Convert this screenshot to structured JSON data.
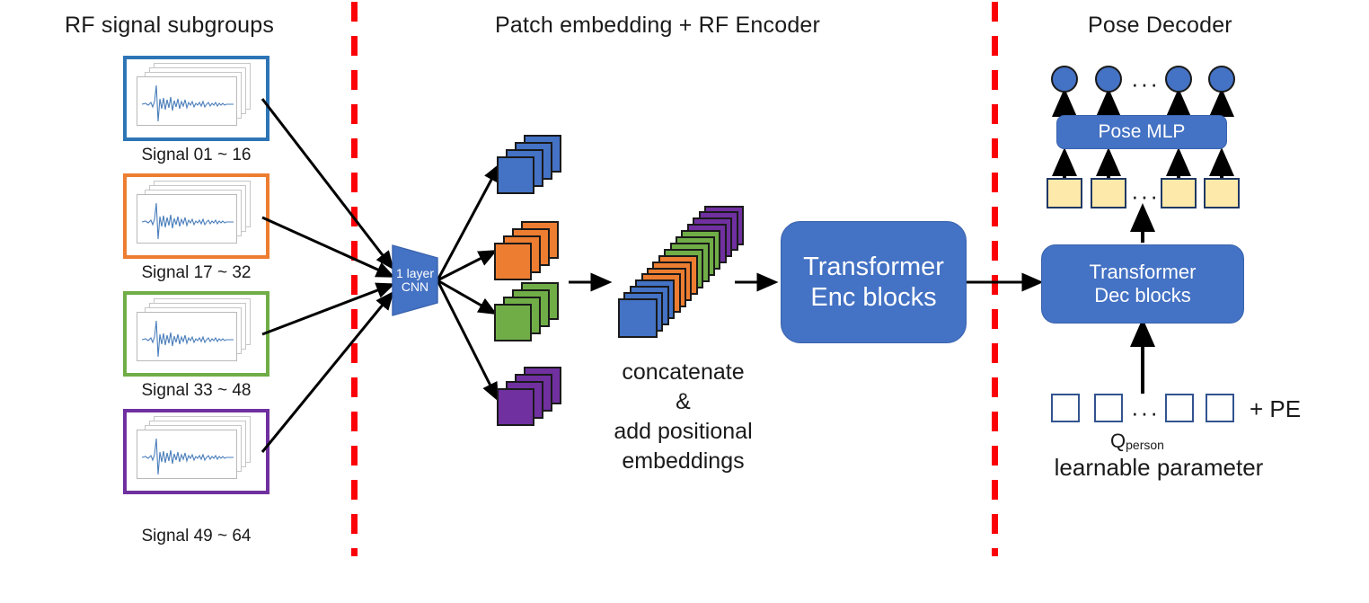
{
  "sections": [
    {
      "id": "rf-signal-subgroups",
      "title": "RF signal subgroups"
    },
    {
      "id": "patch-embedding-rf-encoder",
      "title": "Patch embedding + RF Encoder"
    },
    {
      "id": "pose-decoder",
      "title": "Pose Decoder"
    }
  ],
  "signal_groups": [
    {
      "label": "Signal 01 ~ 16",
      "color": "#2e75b6"
    },
    {
      "label": "Signal 17 ~ 32",
      "color": "#ed7d31"
    },
    {
      "label": "Signal 33 ~ 48",
      "color": "#70ad47"
    },
    {
      "label": "Signal 49 ~ 64",
      "color": "#7030a0"
    }
  ],
  "cnn": {
    "label": "1 layer\nCNN",
    "color": "#4472c4"
  },
  "patch_stacks": [
    {
      "color": "#4472c4",
      "name": "patch-stack-blue"
    },
    {
      "color": "#ed7d31",
      "name": "patch-stack-orange"
    },
    {
      "color": "#70ad47",
      "name": "patch-stack-green"
    },
    {
      "color": "#7030a0",
      "name": "patch-stack-purple"
    }
  ],
  "concat": {
    "caption": "concatenate\n&\nadd positional\nembeddings",
    "sequence_colors": [
      "#4472c4",
      "#4472c4",
      "#4472c4",
      "#4472c4",
      "#ed7d31",
      "#ed7d31",
      "#ed7d31",
      "#ed7d31",
      "#70ad47",
      "#70ad47",
      "#70ad47",
      "#70ad47",
      "#7030a0",
      "#7030a0",
      "#7030a0",
      "#7030a0"
    ]
  },
  "encoder": {
    "label": "Transformer\nEnc blocks",
    "color": "#4472c4"
  },
  "decoder": {
    "label": "Transformer\nDec blocks",
    "color": "#4472c4"
  },
  "pose_mlp": {
    "label": "Pose MLP",
    "color": "#4472c4"
  },
  "outputs": {
    "circle_color": "#4472c4",
    "count": 4,
    "ellipsis": "···"
  },
  "decoder_tokens": {
    "color": "#fde9a9",
    "count": 4,
    "ellipsis": "···"
  },
  "queries": {
    "count": 4,
    "ellipsis": "···",
    "pe_label": "+ PE",
    "q_symbol": "Q",
    "q_subscript": "person",
    "caption": "learnable parameter"
  },
  "divider_color": "#fb0007"
}
